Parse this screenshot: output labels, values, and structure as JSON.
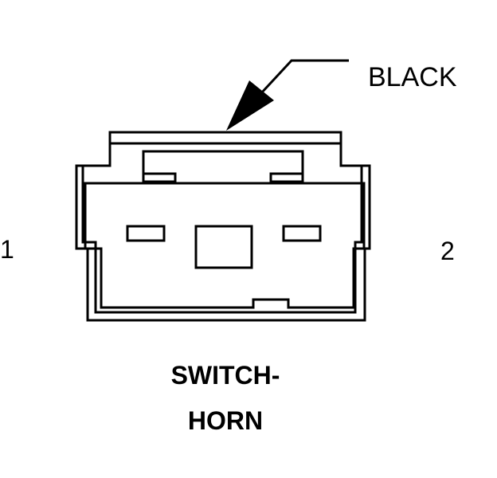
{
  "callout": {
    "text": "BLACK"
  },
  "pins": {
    "left": "1",
    "right": "2"
  },
  "caption": {
    "line1": "SWITCH-",
    "line2": "HORN"
  },
  "colors": {
    "ink": "#000000",
    "paper": "#ffffff"
  }
}
